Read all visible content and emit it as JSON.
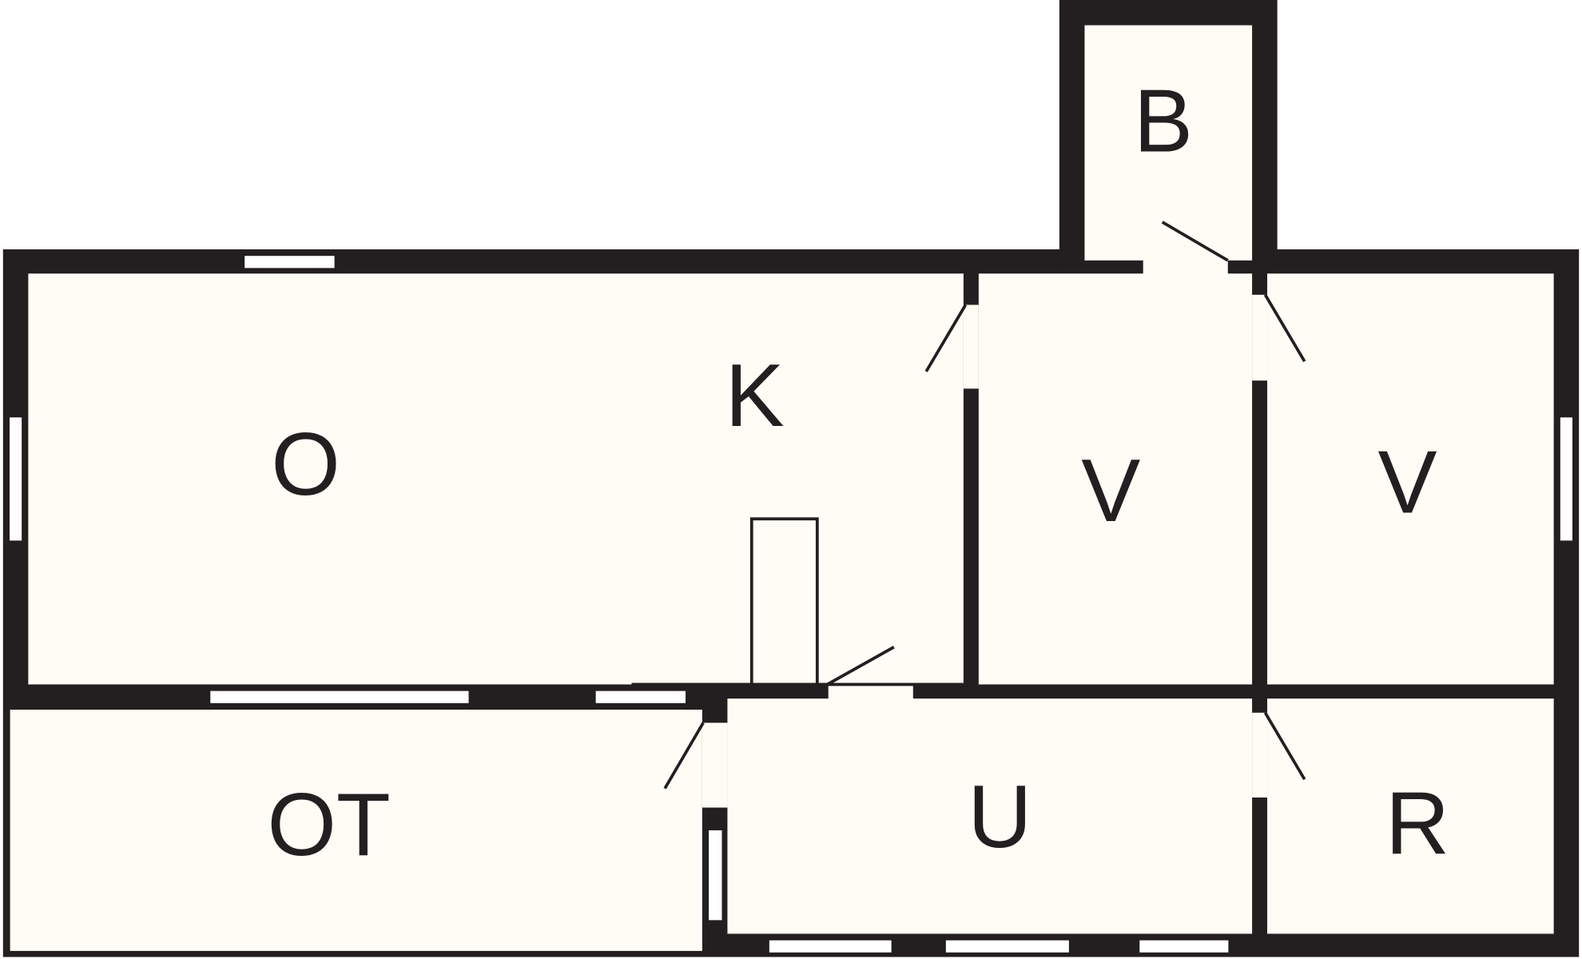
{
  "title": "Floor plan",
  "colors": {
    "wall": "#231f20",
    "floor": "#fdfdf6",
    "window": "#ffffff"
  },
  "rooms": {
    "b": "B",
    "k": "K",
    "o": "O",
    "v1": "V",
    "v2": "V",
    "ot": "OT",
    "u": "U",
    "r": "R"
  }
}
